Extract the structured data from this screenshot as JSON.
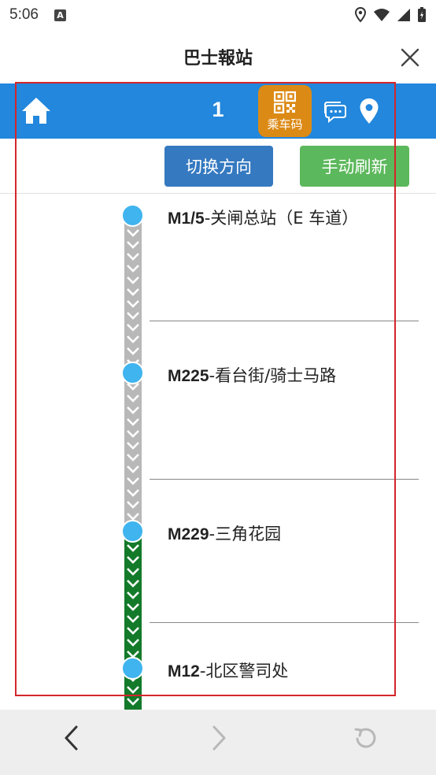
{
  "status_bar": {
    "time": "5:06",
    "app_icon_letter": "A"
  },
  "title_bar": {
    "title": "巴士報站"
  },
  "header": {
    "route_number": "1",
    "qr_label": "乘车码"
  },
  "actions": {
    "switch_direction": "切换方向",
    "manual_refresh": "手动刷新"
  },
  "stops": [
    {
      "code": "M1/5",
      "name": "-关闸总站（E 车道）",
      "status": "passed"
    },
    {
      "code": "M225",
      "name": "-看台街/骑士马路",
      "status": "passed"
    },
    {
      "code": "M229",
      "name": "-三角花园",
      "status": "upcoming"
    },
    {
      "code": "M12",
      "name": "-北区警司处",
      "status": "upcoming"
    }
  ],
  "colors": {
    "header_blue": "#2287dd",
    "qr_orange": "#dc8a16",
    "switch_blue": "#3579c0",
    "refresh_green": "#5cb85c",
    "track_passed": "#b8b8b8",
    "track_upcoming": "#137a2a",
    "stop_dot": "#3fb4ee",
    "highlight_red": "#d3262b"
  },
  "icons": {
    "status_left": [
      "app-icon"
    ],
    "status_right": [
      "location-icon",
      "wifi-icon",
      "signal-icon",
      "battery-icon"
    ],
    "header": [
      "home-icon",
      "qr-code-icon",
      "message-icon",
      "location-pin-icon"
    ],
    "bottom_nav": [
      "back-chevron-icon",
      "forward-chevron-icon",
      "reload-icon"
    ]
  }
}
